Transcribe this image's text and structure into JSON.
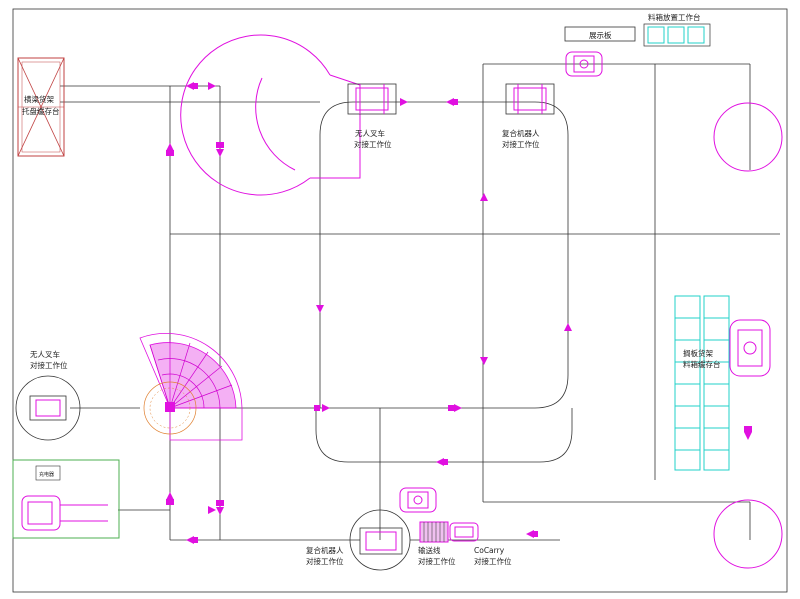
{
  "labels": {
    "display_board": "展示板",
    "bin_station": "料箱放置工作台",
    "pallet_rack": [
      "横梁货架",
      "托盘缓存台"
    ],
    "forklift_top": [
      "无人叉车",
      "对接工作位"
    ],
    "robot_top": [
      "复合机器人",
      "对接工作位"
    ],
    "forklift_left": [
      "无人叉车",
      "对接工作位"
    ],
    "charger": "充电器",
    "bin_rack": [
      "搁板货架",
      "料箱缓存台"
    ],
    "robot_bottom": [
      "复合机器人",
      "对接工作位"
    ],
    "conveyor": [
      "输送线",
      "对接工作位"
    ],
    "cocarry": [
      "CoCarry",
      "对接工作位"
    ]
  },
  "colors": {
    "route": "#e010e0",
    "rack": "#20d0c8",
    "line": "#333333",
    "charger_zone": "#4caf50",
    "pallet_rack_hatch": "#c04040"
  }
}
